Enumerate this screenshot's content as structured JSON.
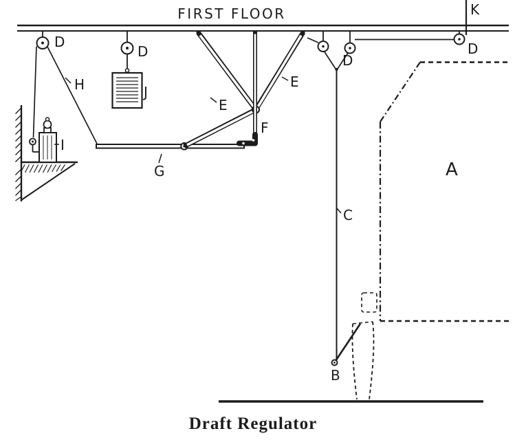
{
  "title": "FIRST FLOOR",
  "caption": "Draft Regulator",
  "labels": {
    "a": "A",
    "b": "B",
    "c": "C",
    "d": "D",
    "e": "E",
    "f": "F",
    "g": "G",
    "h": "H",
    "i": "I",
    "j": "J",
    "k": "K"
  },
  "colors": {
    "ink": "#1c1c1c",
    "background": "#ffffff"
  }
}
